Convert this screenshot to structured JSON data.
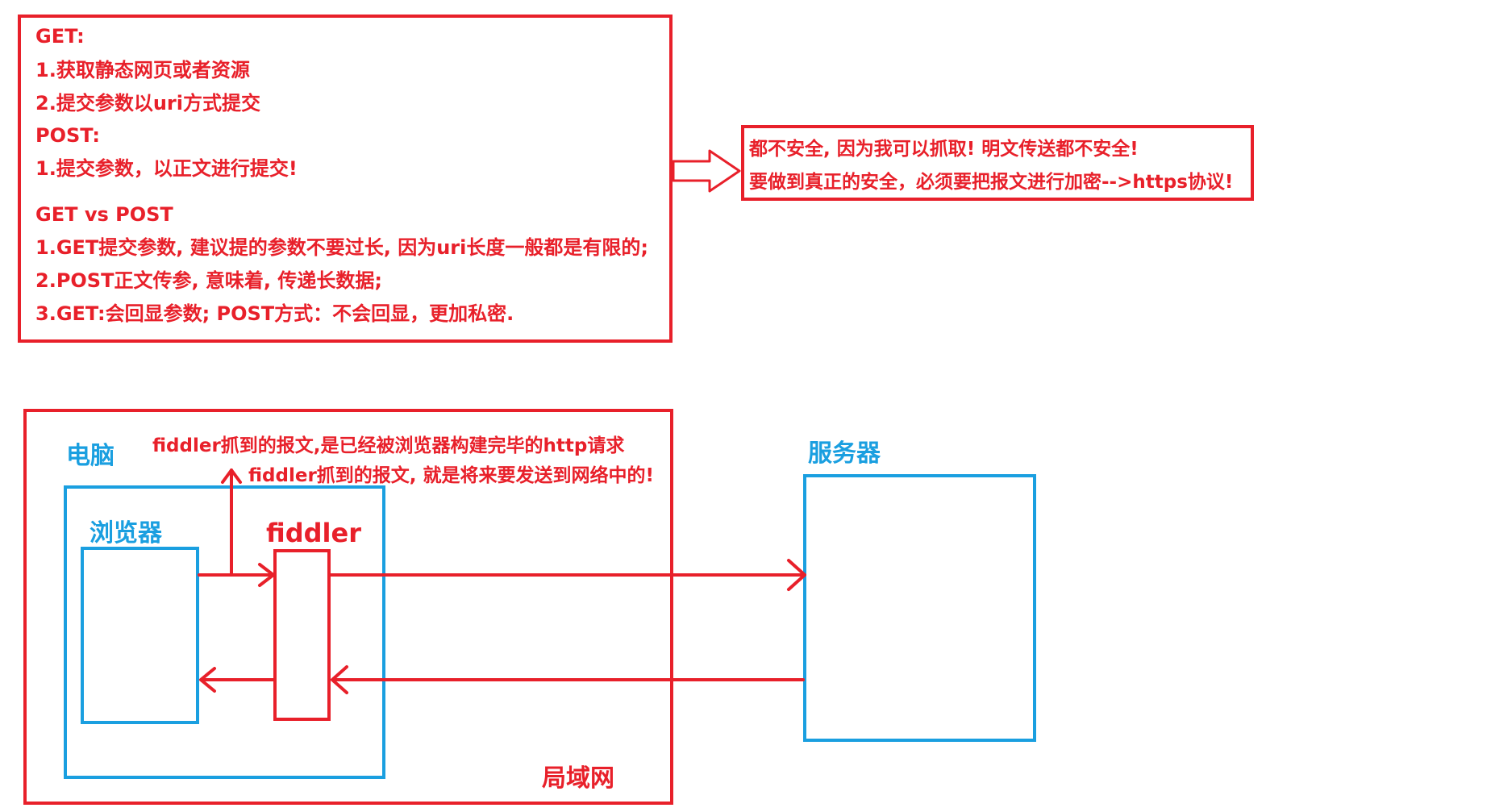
{
  "notes": {
    "lines": [
      "GET:",
      "1.获取静态网页或者资源",
      "2.提交参数以uri方式提交",
      "POST:",
      "1.提交参数，以正文进行提交!",
      "GET vs POST",
      "1.GET提交参数, 建议提的参数不要过长, 因为uri长度一般都是有限的;",
      "2.POST正文传参, 意味着, 传递长数据;",
      "3.GET:会回显参数; POST方式：不会回显，更加私密."
    ]
  },
  "warning": {
    "line1": "都不安全, 因为我可以抓取! 明文传送都不安全!",
    "line2": "要做到真正的安全，必须要把报文进行加密-->https协议!"
  },
  "diagram": {
    "pc_label": "电脑",
    "browser_label": "浏览器",
    "fiddler_label": "fiddler",
    "server_label": "服务器",
    "lan_label": "局域网",
    "annotation1": "fiddler抓到的报文,是已经被浏览器构建完毕的http请求",
    "annotation2": "fiddler抓到的报文, 就是将来要发送到网络中的!"
  },
  "colors": {
    "red": "#e8202a",
    "blue": "#1a9fe0"
  }
}
